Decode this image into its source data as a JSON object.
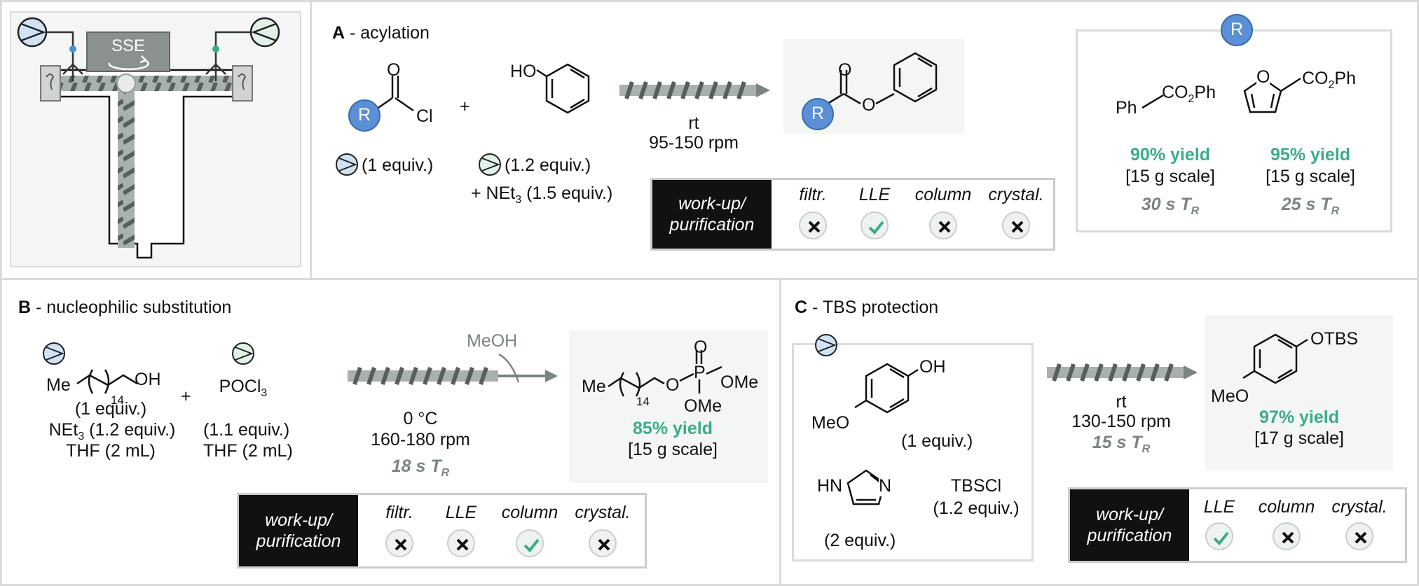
{
  "reactor": {
    "sse_label": "SSE"
  },
  "panel_a": {
    "label": "A",
    "title": " - acylation",
    "acyl_atoms": {
      "o": "O",
      "cl": "Cl",
      "r": "R"
    },
    "plus": "+",
    "phenol_oh": "HO",
    "feed1": "(1 equiv.)",
    "feed2": "(1.2 equiv.)",
    "base": "+ NEt",
    "base_sub": "3",
    "base_equiv": " (1.5 equiv.)",
    "conditions": [
      "rt",
      "95-150 rpm"
    ],
    "product_atoms": {
      "o1": "O",
      "o2": "O",
      "r": "R"
    },
    "workup": {
      "label": "work-up/ purification",
      "cols": [
        {
          "name": "filtr.",
          "status": "x"
        },
        {
          "name": "LLE",
          "status": "check"
        },
        {
          "name": "column",
          "status": "x"
        },
        {
          "name": "crystal.",
          "status": "x"
        }
      ]
    },
    "scope_badge": "R",
    "scope": [
      {
        "formula_pre": "Ph",
        "formula_core": "CO",
        "formula_sub": "2",
        "formula_post": "Ph",
        "yield": "90% yield",
        "scale": "[15 g scale]",
        "tr": "30 s T",
        "tr_sub": "R"
      },
      {
        "ring_o": "O",
        "formula_core": "CO",
        "formula_sub": "2",
        "formula_post": "Ph",
        "yield": "95% yield",
        "scale": "[15 g scale]",
        "tr": "25 s T",
        "tr_sub": "R"
      }
    ]
  },
  "panel_b": {
    "label": "B",
    "title": " - nucleophilic substitution",
    "reagent1": {
      "me": "Me",
      "n": "14",
      "oh": "OH",
      "lines": [
        "(1 equiv.)",
        "THF (2 mL)"
      ],
      "base": "NEt",
      "base_sub": "3",
      "base_equiv": " (1.2 equiv.)"
    },
    "plus": "+",
    "reagent2": {
      "formula": "POCl",
      "formula_sub": "3",
      "lines": [
        "(1.1 equiv.)",
        "THF (2 mL)"
      ]
    },
    "quench": "MeOH",
    "conditions": [
      "0 °C",
      "160-180 rpm"
    ],
    "tr": "18 s T",
    "tr_sub": "R",
    "product": {
      "me": "Me",
      "n": "14",
      "o": "O",
      "p": "P",
      "o_top": "O",
      "ome1": "OMe",
      "ome2": "OMe",
      "yield": "85% yield",
      "scale": "[15 g scale]"
    },
    "workup": {
      "label": "work-up/ purification",
      "cols": [
        {
          "name": "filtr.",
          "status": "x"
        },
        {
          "name": "LLE",
          "status": "x"
        },
        {
          "name": "column",
          "status": "check"
        },
        {
          "name": "crystal.",
          "status": "x"
        }
      ]
    }
  },
  "panel_c": {
    "label": "C",
    "title": " - TBS protection",
    "reagent1": {
      "oh": "OH",
      "meo": "MeO",
      "equiv": "(1 equiv.)"
    },
    "imidazole": {
      "hn": "HN",
      "n": "N",
      "equiv": "(2 equiv.)"
    },
    "tbscl": {
      "name": "TBSCl",
      "equiv": "(1.2 equiv.)"
    },
    "conditions": [
      "rt",
      "130-150 rpm"
    ],
    "tr": "15 s T",
    "tr_sub": "R",
    "product": {
      "otbs": "OTBS",
      "meo": "MeO",
      "yield": "97% yield",
      "scale": "[17 g scale]"
    },
    "workup": {
      "label": "work-up/ purification",
      "cols": [
        {
          "name": "LLE",
          "status": "check"
        },
        {
          "name": "column",
          "status": "x"
        },
        {
          "name": "crystal.",
          "status": "x"
        }
      ]
    }
  },
  "colors": {
    "blue_feed": "#cfe3f5",
    "green_feed": "#e3f2e6",
    "r_group": "#5b8fd6",
    "yield": "#3aad85",
    "screw": "#7a8581"
  }
}
